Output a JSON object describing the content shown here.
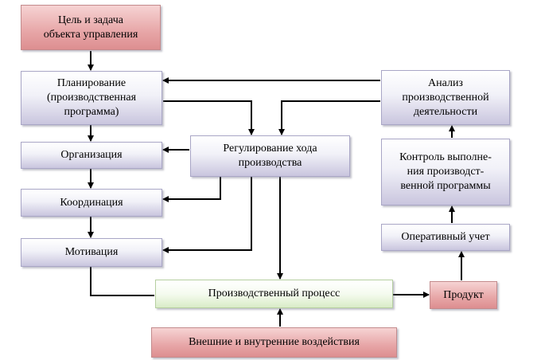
{
  "nodes": {
    "goal": "Цель и задача\nобъекта управления",
    "planning": "Планирование\n(производственная\nпрограмма)",
    "organization": "Организация",
    "coordination": "Координация",
    "motivation": "Мотивация",
    "regulation": "Регулирование хода\nпроизводства",
    "analysis": "Анализ\nпроизводственной\nдеятельности",
    "control": "Контроль выполне-\nния производст-\nвенной программы",
    "accounting": "Оперативный учет",
    "process": "Производственный процесс",
    "product": "Продукт",
    "influences": "Внешние и внутренние воздействия"
  },
  "colors": {
    "lavender_node": "#c9c5de",
    "red_node": "#e7a6a7",
    "green_node": "#d9ecc7",
    "line": "#000000"
  }
}
